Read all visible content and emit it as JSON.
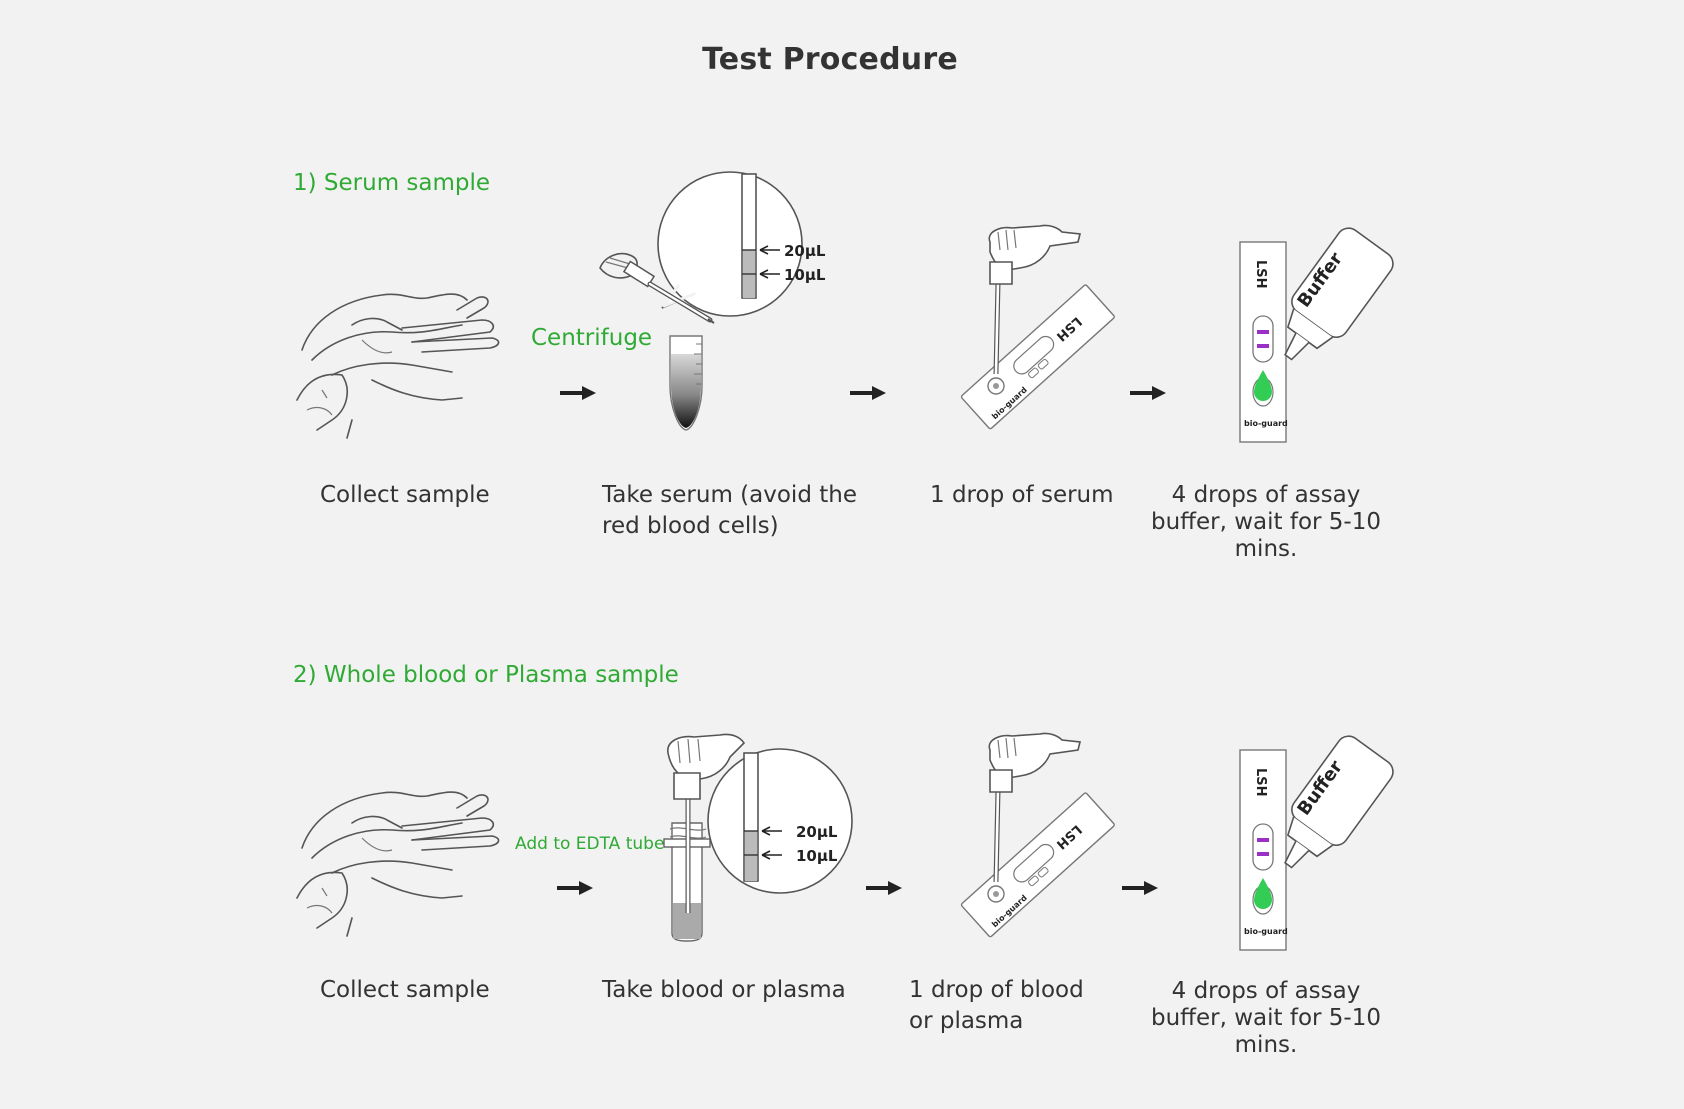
{
  "title": "Test Procedure",
  "rows": [
    {
      "heading": "1) Serum sample",
      "transfer_label": "Centrifuge",
      "steps": [
        "Collect sample",
        "Take serum (avoid the red blood cells)",
        "1 drop of serum",
        "4 drops of assay buffer, wait for 5-10 mins."
      ]
    },
    {
      "heading": "2)  Whole blood or Plasma sample",
      "transfer_label": "Add to EDTA tube",
      "steps": [
        "Collect sample",
        "Take blood or plasma",
        "1 drop of blood or plasma",
        "4 drops of assay buffer, wait for 5-10 mins."
      ]
    }
  ],
  "volume_marks": [
    "20µL",
    "10µL"
  ],
  "device": {
    "label": "LSH",
    "brand": "bio-guard",
    "bottle_label": "Buffer"
  },
  "colors": {
    "heading": "#2faa34",
    "drop": "#33cc55",
    "result_line": "#9b30c8"
  }
}
